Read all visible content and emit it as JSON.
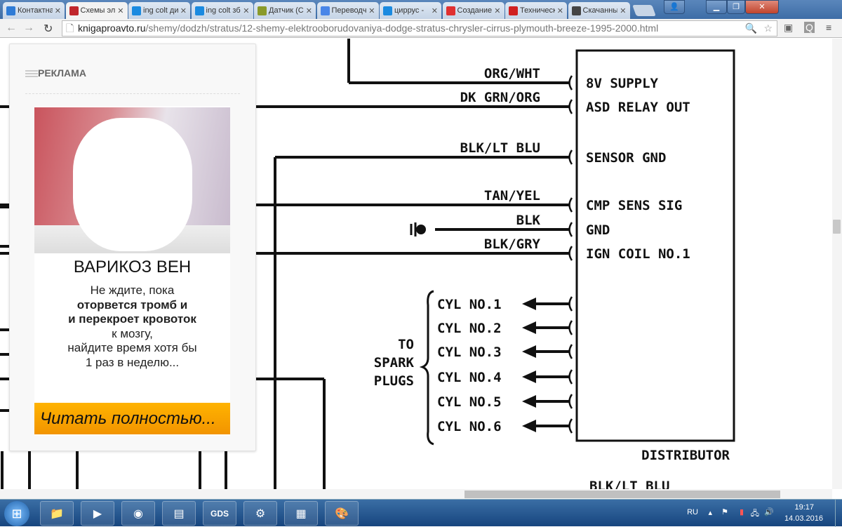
{
  "browser": {
    "tabs": [
      {
        "label": "Контактна",
        "icon": "vk-icon",
        "color": "#2e7bd6"
      },
      {
        "label": "Схемы эле",
        "icon": "site-c-icon",
        "color": "#c0262c",
        "active": true
      },
      {
        "label": "ing colt ди",
        "icon": "search-q-icon",
        "color": "#1a8ae0"
      },
      {
        "label": "ing colt зб",
        "icon": "search-q-icon",
        "color": "#1a8ae0"
      },
      {
        "label": "Датчик (С",
        "icon": "forum-icon",
        "color": "#8a9a2a"
      },
      {
        "label": "Переводч",
        "icon": "translate-icon",
        "color": "#4a86e8"
      },
      {
        "label": "циррус - ",
        "icon": "search-q-icon",
        "color": "#1a8ae0"
      },
      {
        "label": "Создание",
        "icon": "flower-icon",
        "color": "#e03030"
      },
      {
        "label": "Техническ",
        "icon": "v-icon",
        "color": "#d02020"
      },
      {
        "label": "Скачанны",
        "icon": "download-icon",
        "color": "#444"
      }
    ],
    "url_host": "knigaproavto.ru",
    "url_path": "/shemy/dodzh/stratus/12-shemy-elektrooborudovaniya-dodge-stratus-chrysler-cirrus-plymouth-breeze-1995-2000.html"
  },
  "ad": {
    "header": "РЕКЛАМА",
    "title": "ВАРИКОЗ ВЕН",
    "lines": [
      "Не ждите, пока",
      "оторвется тромб и",
      "и перекроет кровоток",
      "к мозгу,",
      "найдите время хотя бы",
      "1 раз в неделю..."
    ],
    "button": "Читать полностью..."
  },
  "diagram": {
    "wires": [
      {
        "color": "ORG/WHT",
        "pin": "8V SUPPLY"
      },
      {
        "color": "DK GRN/ORG",
        "pin": "ASD RELAY OUT"
      },
      {
        "color": "BLK/LT BLU",
        "pin": "SENSOR GND"
      },
      {
        "color": "TAN/YEL",
        "pin": "CMP SENS SIG"
      },
      {
        "color": "BLK",
        "pin": "GND"
      },
      {
        "color": "BLK/GRY",
        "pin": "IGN COIL NO.1"
      }
    ],
    "cylinders": [
      "CYL NO.1",
      "CYL NO.2",
      "CYL NO.3",
      "CYL NO.4",
      "CYL NO.5",
      "CYL NO.6"
    ],
    "spark_label": [
      "TO",
      "SPARK",
      "PLUGS"
    ],
    "component": "DISTRIBUTOR",
    "bottom_wire": "BLK/LT BLU"
  },
  "taskbar": {
    "apps": [
      "explorer-icon",
      "media-player-icon",
      "chrome-icon",
      "notepad-icon",
      "gds-icon",
      "scanner-icon",
      "window-app-icon",
      "paint-icon"
    ],
    "gds_label": "GDS",
    "lang": "RU",
    "time": "19:17",
    "date": "14.03.2016"
  }
}
